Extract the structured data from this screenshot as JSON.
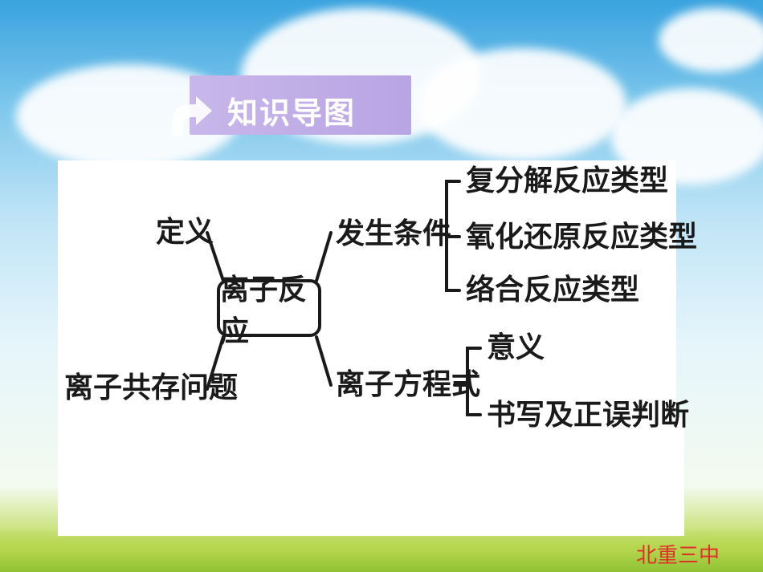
{
  "banner": {
    "title": "知识导图"
  },
  "center": "离子反应",
  "left_branches": [
    "定义",
    "离子共存问题"
  ],
  "right_branches": [
    {
      "label": "发生条件",
      "children": [
        "复分解反应类型",
        "氧化还原反应类型",
        "络合反应类型"
      ]
    },
    {
      "label": "离子方程式",
      "children": [
        "意义",
        "书写及正误判断"
      ]
    }
  ],
  "footer": "北重三中",
  "colors": {
    "banner": "#bfa9e6",
    "footer": "#e0302a",
    "lines": "#1a1a1a"
  }
}
